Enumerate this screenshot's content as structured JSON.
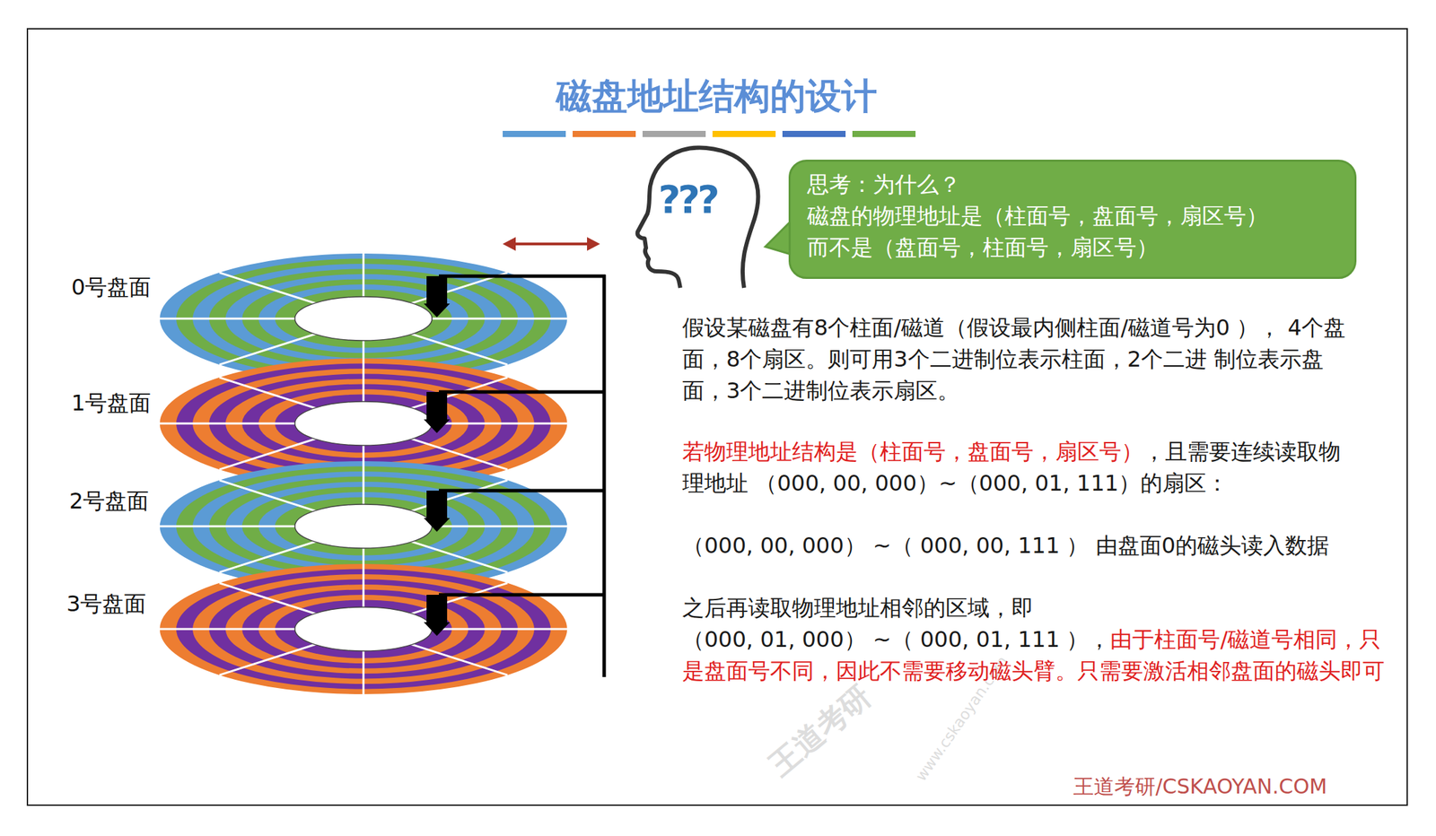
{
  "diagram": {
    "title": "磁盘地址结构的设计",
    "nodes": [
      {
        "text": [
          "思考：为什么？",
          "磁盘的物理地址是（柱面号，盘面号，扇区号）",
          "而不是（盘面号，柱面号，扇区号）"
        ]
      }
    ],
    "labels": [
      "0号盘面",
      "1号盘面",
      "2号盘面",
      "3号盘面",
      "???",
      "假设某磁盘有8个柱面/磁道（假设最内侧柱面/磁道号为0 ）， 4个盘面，8个扇区。则可用3个二进制位表示柱面，2个二进 制位表示盘面，3个二进制位表示扇区。",
      "若物理地址结构是（柱面号，盘面号，扇区号）",
      "，且需要连续读取物理地址 （000, 00, 000）~（000, 01, 111）的扇区：",
      "（000, 00, 000） ~（ 000, 00, 111 ） 由盘面0的磁头读入数据",
      "之后再读取物理地址相邻的区域，即",
      "（000, 01, 000） ~（ 000, 01, 111 ），",
      "由于柱面号/磁道号相同，只是盘面号不同，因此不需要移动磁头臂。只需要激活相邻盘面的磁头即可",
      "王道考研/CSKAOYAN.COM",
      "王道考研",
      "www.cskaoyan.com"
    ]
  }
}
